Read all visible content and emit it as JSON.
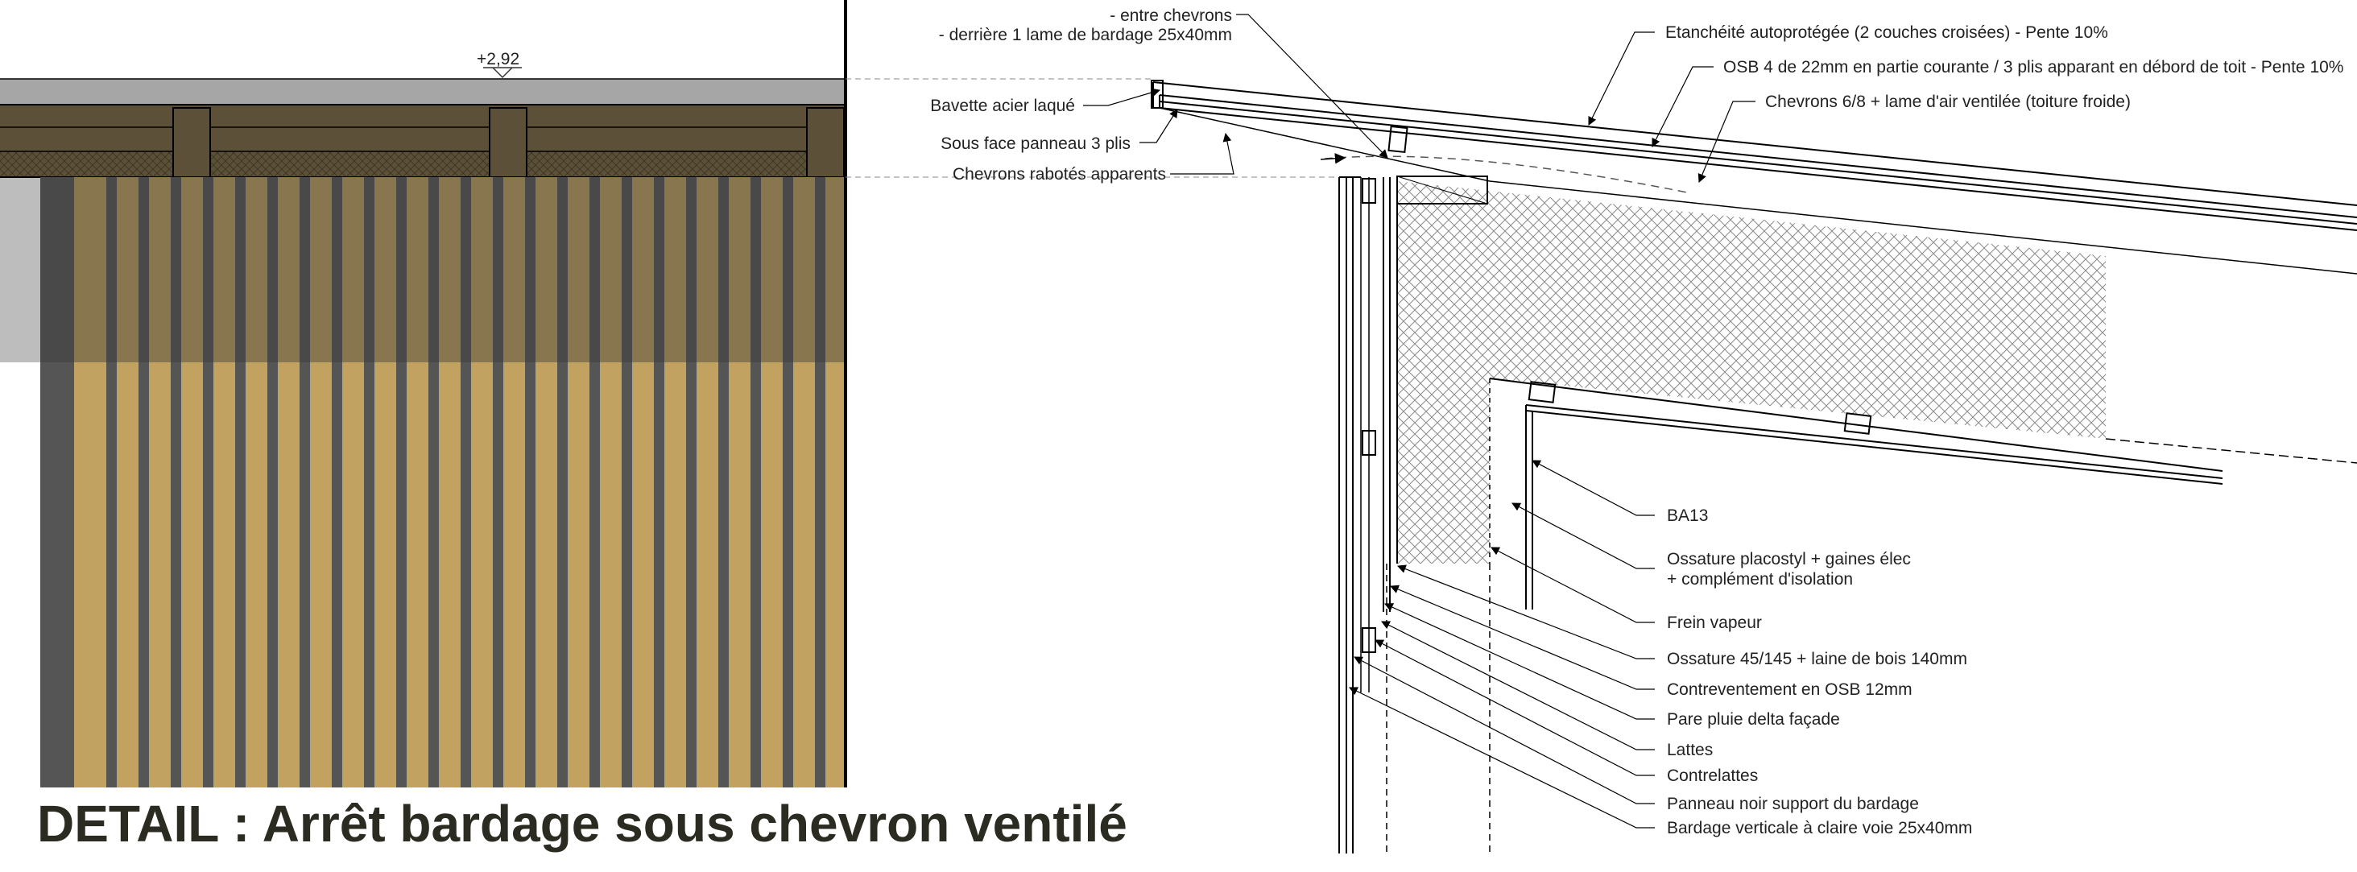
{
  "title": "DETAIL : Arrêt bardage sous chevron ventilé",
  "elevation": {
    "level": "+2,92"
  },
  "colors": {
    "cladding": "#c2a260",
    "cladding_dark": "#555555",
    "fascia": "#5c5038",
    "roof_grey": "#a6a6a6",
    "wall_grey": "#bdbdbd",
    "line": "#000000",
    "text": "#222222",
    "title": "#2b2b22"
  },
  "callouts_top": {
    "between_rafters_1": "- entre chevrons",
    "between_rafters_2": "- derrière 1 lame de bardage 25x40mm",
    "flashing": "Bavette acier laqué",
    "soffit_panel": "Sous face panneau 3 plis",
    "planed_rafters": "Chevrons rabotés apparents"
  },
  "callouts_roof": {
    "waterproofing": "Etanchéité autoprotégée (2 couches croisées) - Pente 10%",
    "osb_deck": "OSB 4 de 22mm en partie courante / 3 plis apparant en débord de toit - Pente 10%",
    "rafters": "Chevrons 6/8 + lame d'air ventilée (toiture froide)"
  },
  "callouts_wall": [
    {
      "key": "ba13",
      "text": "BA13"
    },
    {
      "key": "framing_1",
      "text": "Ossature placostyl + gaines élec"
    },
    {
      "key": "framing_2",
      "text": "+ complément d'isolation"
    },
    {
      "key": "vapour",
      "text": "Frein vapeur"
    },
    {
      "key": "studs",
      "text": "Ossature 45/145 + laine de bois 140mm"
    },
    {
      "key": "bracing",
      "text": "Contreventement en OSB 12mm"
    },
    {
      "key": "membrane",
      "text": "Pare pluie delta façade"
    },
    {
      "key": "battens",
      "text": "Lattes"
    },
    {
      "key": "counter_battens",
      "text": "Contrelattes"
    },
    {
      "key": "black_panel",
      "text": "Panneau noir support du bardage"
    },
    {
      "key": "cladding",
      "text": "Bardage verticale à claire voie 25x40mm"
    }
  ]
}
